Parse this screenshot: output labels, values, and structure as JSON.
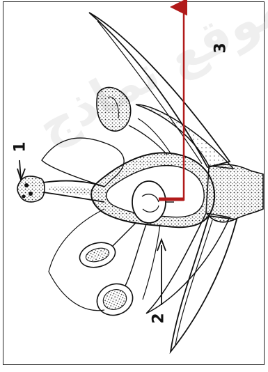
{
  "labels": {
    "one": "1",
    "two": "2",
    "three": "3"
  },
  "watermark": "موقع نماذج",
  "colors": {
    "line": "#111111",
    "accent": "#b11a1a",
    "stipple": "#333333"
  }
}
